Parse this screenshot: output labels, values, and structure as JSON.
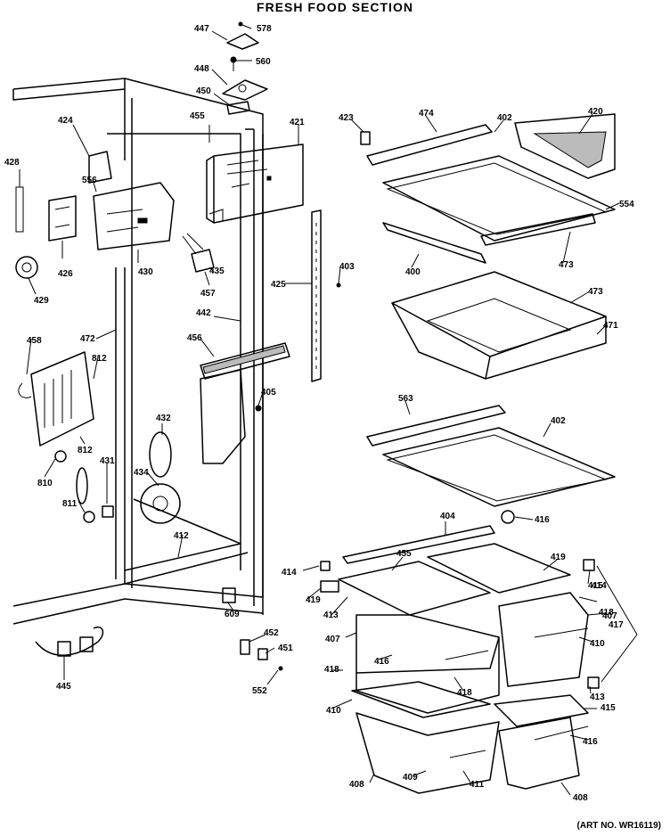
{
  "title": "FRESH FOOD SECTION",
  "art_no": "(ART NO. WR16119)",
  "callouts": [
    "447",
    "578",
    "448",
    "560",
    "450",
    "455",
    "421",
    "423",
    "474",
    "402",
    "420",
    "424",
    "428",
    "556",
    "426",
    "429",
    "430",
    "457",
    "435",
    "425",
    "403",
    "554",
    "400",
    "473",
    "473",
    "471",
    "472",
    "458",
    "812",
    "812",
    "810",
    "811",
    "431",
    "432",
    "434",
    "442",
    "456",
    "405",
    "563",
    "402",
    "404",
    "416",
    "412",
    "455",
    "419",
    "414",
    "413",
    "419",
    "414",
    "418",
    "407",
    "410",
    "609",
    "452",
    "451",
    "552",
    "445",
    "407",
    "418",
    "416",
    "413",
    "415",
    "410",
    "418",
    "417",
    "415",
    "416",
    "408",
    "409",
    "411",
    "408"
  ]
}
